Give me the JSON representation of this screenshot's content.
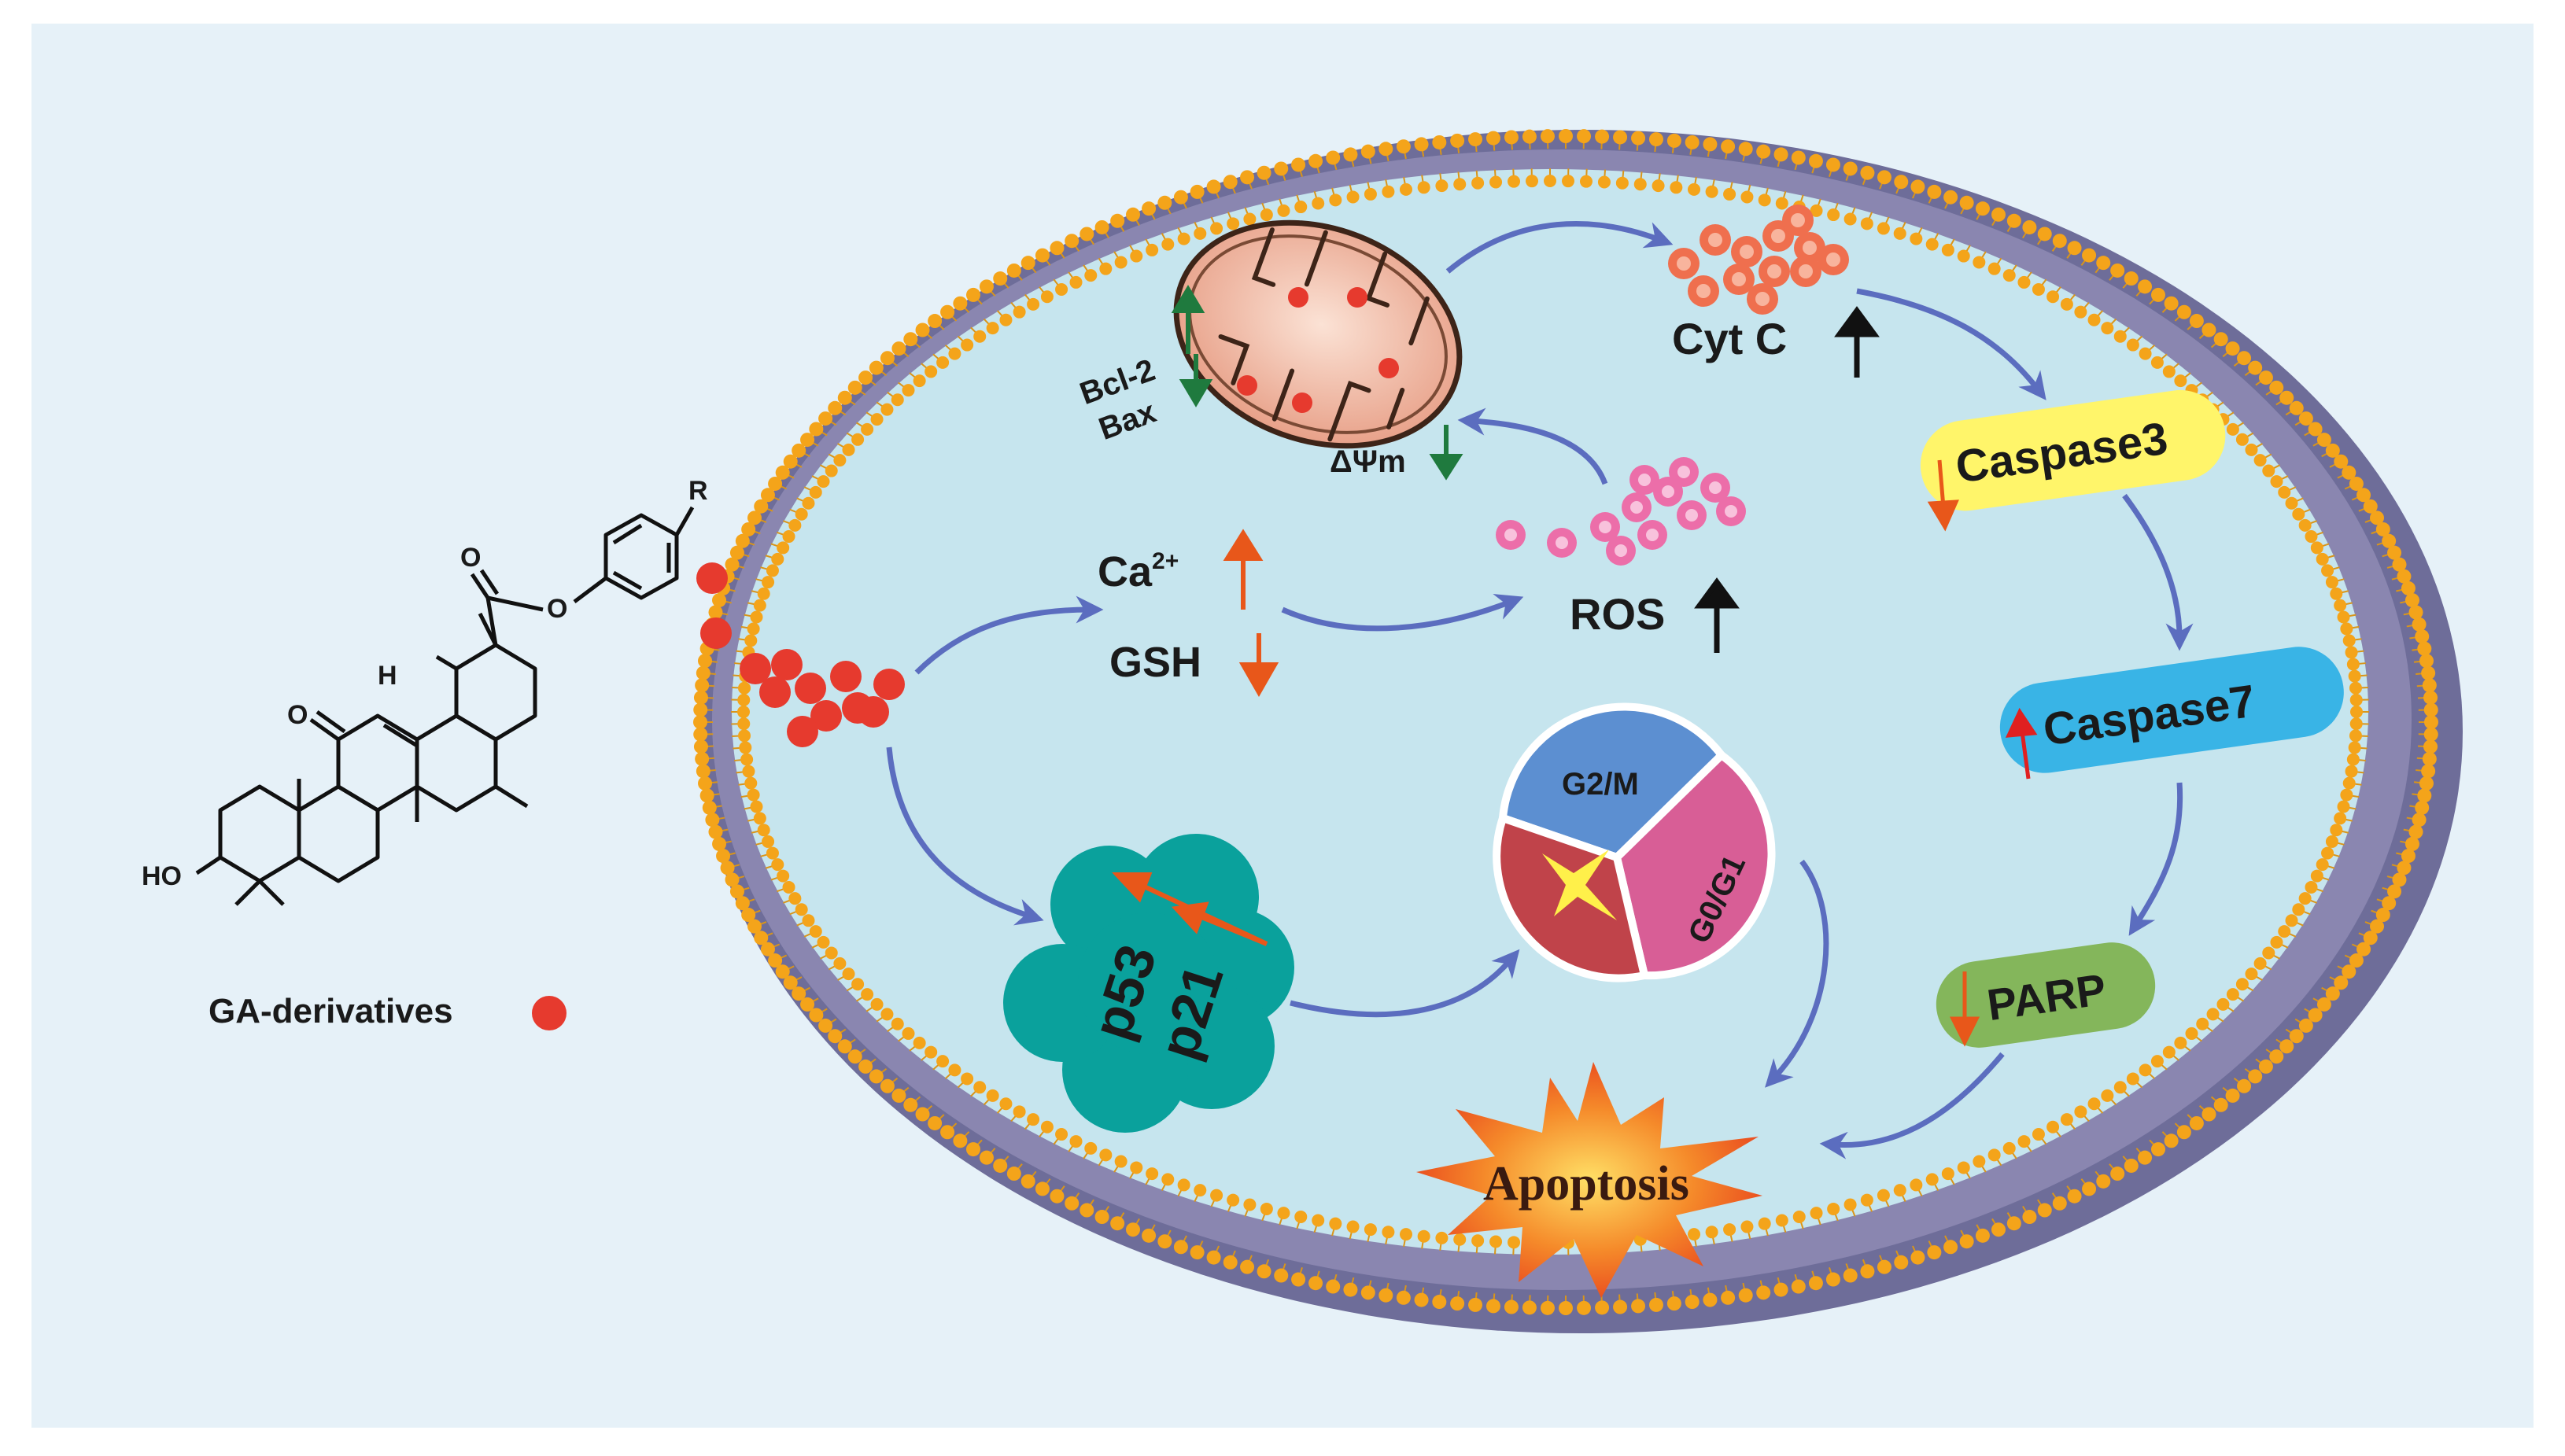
{
  "labels": {
    "bcl2": "Bcl-2",
    "bax": "Bax",
    "delta_psi": "ΔΨm",
    "cytc": "Cyt C",
    "caspase3": "Caspase3",
    "caspase7": "Caspase7",
    "parp": "PARP",
    "ca_base": "Ca",
    "ca_sup": "2+",
    "gsh": "GSH",
    "ros": "ROS",
    "p53": "p53",
    "p21": "p21",
    "g2m": "G2/M",
    "g0g1": "G0/G1",
    "apoptosis": "Apoptosis",
    "ga_derivatives": "GA-derivatives",
    "chem_r": "R",
    "chem_o1": "O",
    "chem_o2": "O",
    "chem_o3": "O",
    "chem_h": "H",
    "chem_ho": "HO"
  },
  "colors": {
    "background": "#e6f1f8",
    "cytoplasm": "#c6e5ee",
    "membrane": "#6e6d99",
    "lipid": "#f4a41a",
    "arrow": "#5b6dbf",
    "up_orange": "#e8571a",
    "down_green": "#1f7a3e",
    "caspase3": "#fff56a",
    "caspase7": "#39b4e6",
    "parp": "#84b65b",
    "p53_blob": "#0aa19c",
    "g2m": "#5c8fd1",
    "g0g1": "#d85e96",
    "cell_cycle_red": "#c0434a",
    "ga_dot": "#e63a2e",
    "ros": "#ec6ea9",
    "cytc": "#ef6f4e",
    "apoptosis_star": "#e8431d"
  },
  "indicators": {
    "bcl2": "up",
    "bax": "down",
    "delta_psi": "down",
    "cytc": "up",
    "caspase3": "down",
    "caspase7": "up",
    "parp": "down",
    "ca": "up",
    "gsh": "down",
    "ros": "up",
    "p53_p21": "up"
  }
}
